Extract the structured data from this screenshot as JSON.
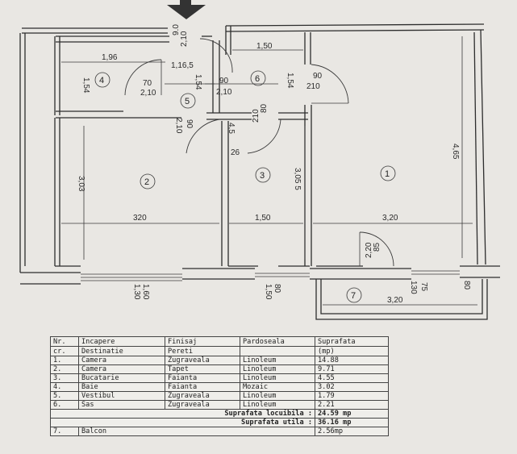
{
  "plan": {
    "dims": {
      "d1": "1,96",
      "d2": "1,54",
      "d3": "9.0",
      "d4": "2,10",
      "d5": "1,16,5",
      "d6": "70",
      "d7": "2,10",
      "d8": "1,54",
      "d9": "90",
      "d10": "2,10",
      "d11": "90",
      "d12": "2,10",
      "d13": "1,50",
      "d14": "1,54",
      "d15": "90",
      "d16": "210",
      "d17": "80",
      "d18": "210",
      "d19": "4,5",
      "d20": "26",
      "d21": "3,03",
      "d22": "3,05 5",
      "d23": "4,65",
      "d24": "320",
      "d25": "1,50",
      "d26": "3,20",
      "d27": "85",
      "d28": "2,20",
      "d29": "1,60",
      "d30": "1,30",
      "d31": "80",
      "d32": "1,50",
      "d33": "75",
      "d34": "130",
      "d35": "80",
      "d36": "3,20"
    },
    "rooms": {
      "r1": "1",
      "r2": "2",
      "r3": "3",
      "r4": "4",
      "r5": "5",
      "r6": "6",
      "r7": "7"
    }
  },
  "legend": {
    "headers": [
      [
        "Nr.",
        "Incapere",
        "Finisaj",
        "Pardoseala",
        "Suprafata"
      ],
      [
        "cr.",
        "Destinatie",
        "Pereti",
        "",
        "(mp)"
      ]
    ],
    "rows": [
      [
        "1.",
        "Camera",
        "Zugraveala",
        "Linoleum",
        "14.88"
      ],
      [
        "2.",
        "Camera",
        "Tapet",
        "Linoleum",
        "9.71"
      ],
      [
        "3.",
        "Bucatarie",
        "Faianta",
        "Linoleum",
        "4.55"
      ],
      [
        "4.",
        "Baie",
        "Faianta",
        "Mozaic",
        "3.02"
      ],
      [
        "5.",
        "Vestibul",
        "Zugraveala",
        "Linoleum",
        "1.79"
      ],
      [
        "6.",
        "Sas",
        "Zugraveala",
        "Linoleum",
        "2.21"
      ]
    ],
    "sum1_label": "Suprafata locuibila :",
    "sum1_value": "24.59 mp",
    "sum2_label": "Suprafata utila :",
    "sum2_value": "36.16 mp",
    "balcony": [
      "7.",
      "Balcon",
      "2.56mp"
    ]
  }
}
